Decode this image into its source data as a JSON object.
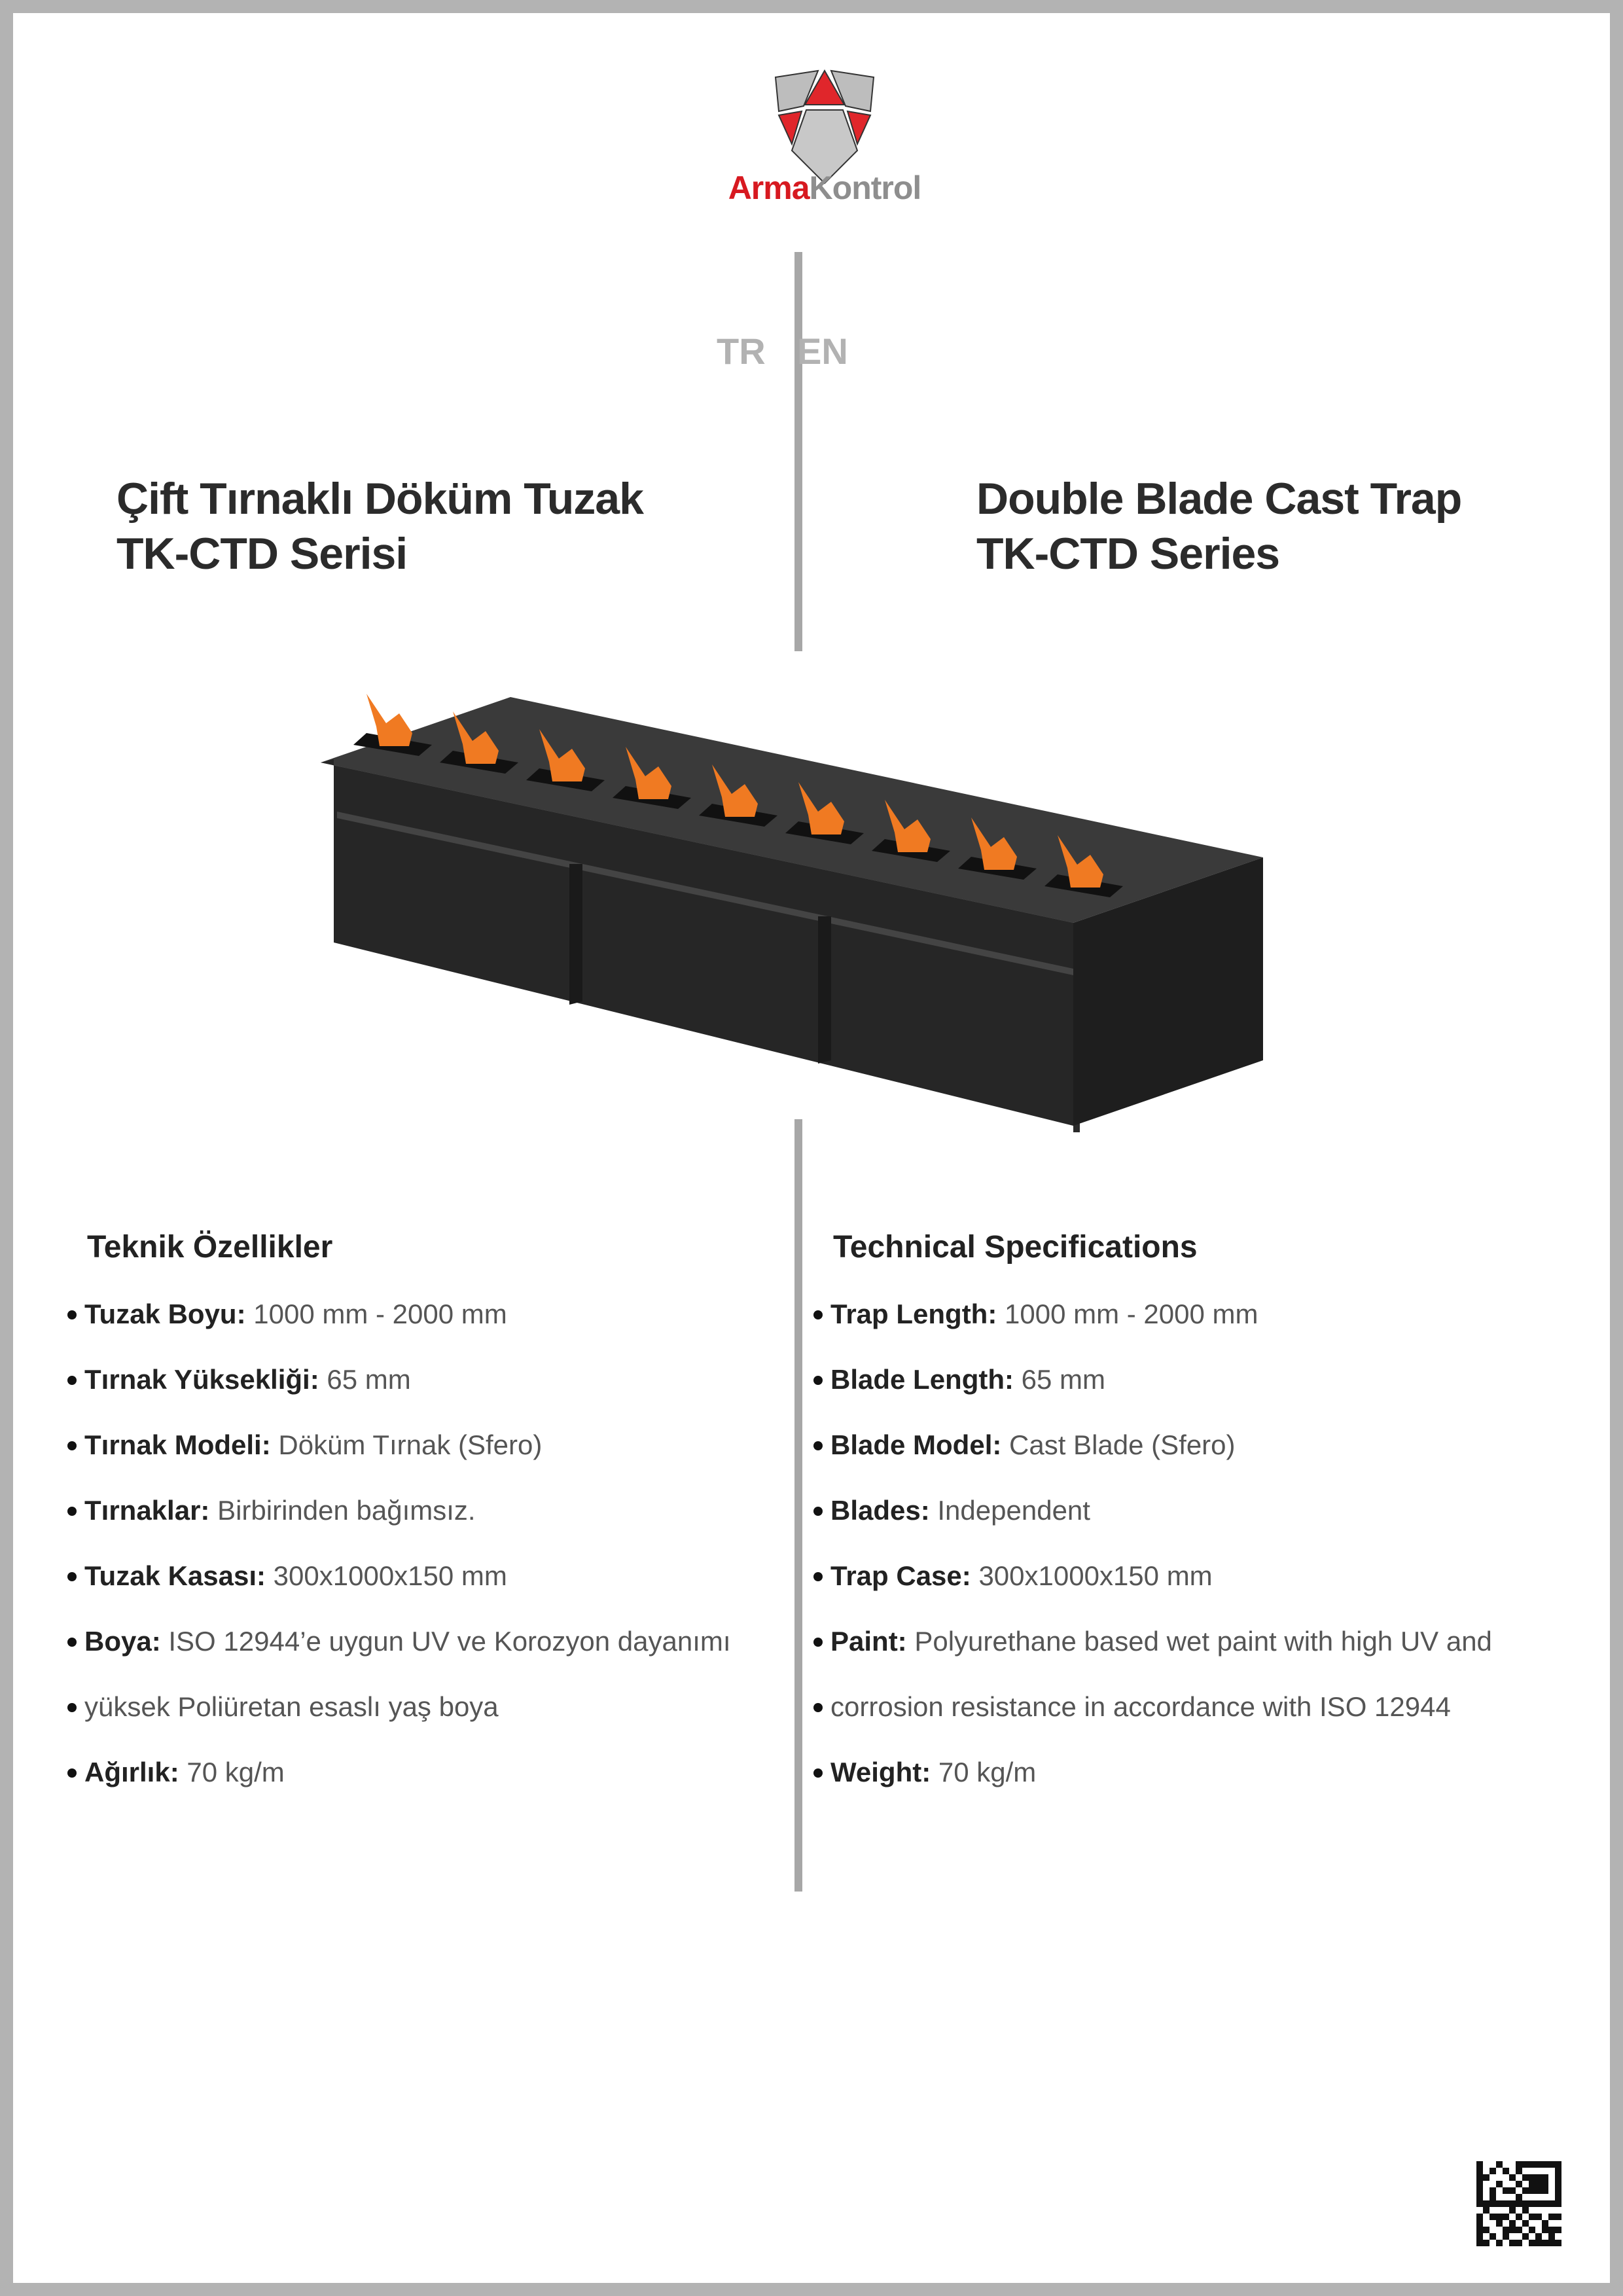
{
  "logo": {
    "brand_part1": "Arma",
    "brand_part2": "Kontrol",
    "colors": {
      "red": "#d71920",
      "gray": "#8e8e8e"
    }
  },
  "languages": {
    "tr": "TR",
    "en": "EN"
  },
  "title_tr": {
    "line1": "Çift Tırnaklı Döküm Tuzak",
    "line2": "TK-CTD Serisi"
  },
  "title_en": {
    "line1": "Double Blade Cast Trap",
    "line2": "TK-CTD Series"
  },
  "specs_tr": {
    "heading": "Teknik Özellikler",
    "items": [
      {
        "label": "Tuzak Boyu:",
        "value": "1000 mm - 2000 mm"
      },
      {
        "label": "Tırnak Yüksekliği:",
        "value": "65 mm"
      },
      {
        "label": "Tırnak Modeli:",
        "value": "Döküm Tırnak (Sfero)"
      },
      {
        "label": "Tırnaklar:",
        "value": "Birbirinden bağımsız."
      },
      {
        "label": "Tuzak Kasası:",
        "value": "300x1000x150 mm"
      },
      {
        "label": "Boya:",
        "value": "ISO 12944’e uygun UV ve Korozyon dayanımı"
      },
      {
        "label": "",
        "value": "yüksek Poliüretan esaslı yaş boya"
      },
      {
        "label": "Ağırlık:",
        "value": "70 kg/m"
      }
    ]
  },
  "specs_en": {
    "heading": "Technical Specifications",
    "items": [
      {
        "label": "Trap Length:",
        "value": " 1000 mm - 2000 mm"
      },
      {
        "label": "Blade Length:",
        "value": "65 mm"
      },
      {
        "label": "Blade Model:",
        "value": "Cast Blade (Sfero)"
      },
      {
        "label": "Blades:",
        "value": "Independent"
      },
      {
        "label": "Trap Case:",
        "value": "300x1000x150 mm"
      },
      {
        "label": "Paint:",
        "value": "Polyurethane based wet paint with high UV and"
      },
      {
        "label": "",
        "value": "corrosion resistance in accordance with ISO 12944"
      },
      {
        "label": "Weight:",
        "value": "70 kg/m"
      }
    ]
  },
  "product": {
    "blade_count": 9,
    "colors": {
      "body": "#2e2e2e",
      "blade": "#f07a22"
    }
  }
}
